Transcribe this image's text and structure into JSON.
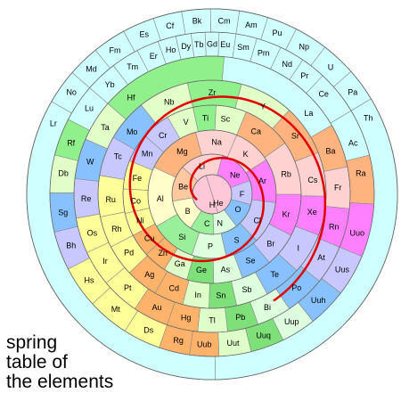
{
  "title_lines": "spring\ntable of\nthe elements",
  "element_groups": {
    "hydrogen_helium": "#ffb6c1",
    "alkali": "#c6b8f8",
    "alkaline_earth": "#ffb37e",
    "group3": "#bfe9ff",
    "group4": "#8ff08c",
    "group5": "#e2ffc8",
    "group6": "#f0e0ff",
    "group7": "#ffff9a",
    "group8": "#ffffb0",
    "group9": "#ffc0c0",
    "group10": "#ffd27a",
    "group11": "#ffb36a",
    "group12": "#dfffc8",
    "group13": "#9ae880",
    "group14": "#7ee079",
    "pnictogens": "#ddffdd",
    "chalcogens": "#87c1ff",
    "halogens": "#c7c8ff",
    "noble_gases": "#ff80ff",
    "lanthanides": "#cfffff",
    "actinides": "#d0ffff"
  },
  "highlight_color": "#e00000",
  "elements": [
    {
      "symbol": "H",
      "ring": 0,
      "angle": 270,
      "color": "#ffc8d8"
    },
    {
      "symbol": "He",
      "ring": 0,
      "angle": 305,
      "color": "#ffc8d8"
    },
    {
      "symbol": "Li",
      "ring": 1,
      "angle": 110,
      "color": "#ffd2d2"
    },
    {
      "symbol": "Be",
      "ring": 1,
      "angle": 165,
      "color": "#ffc8a0"
    },
    {
      "symbol": "B",
      "ring": 1,
      "angle": 215,
      "color": "#ffffcc"
    },
    {
      "symbol": "C",
      "ring": 1,
      "angle": 260,
      "color": "#9af09a"
    },
    {
      "symbol": "N",
      "ring": 1,
      "angle": 285,
      "color": "#ddffdd"
    },
    {
      "symbol": "O",
      "ring": 1,
      "angle": 330,
      "color": "#87c1ff"
    },
    {
      "symbol": "F",
      "ring": 1,
      "angle": 0,
      "color": "#c7c8ff"
    },
    {
      "symbol": "Ne",
      "ring": 1,
      "angle": 40,
      "color": "#ff80ff"
    },
    {
      "symbol": "Na",
      "ring": 2,
      "angle": 85,
      "color": "#ffd2d2"
    },
    {
      "symbol": "Mg",
      "ring": 2,
      "angle": 125,
      "color": "#ffb37e"
    },
    {
      "symbol": "Al",
      "ring": 2,
      "angle": 185,
      "color": "#ffffcc"
    },
    {
      "symbol": "Si",
      "ring": 2,
      "angle": 235,
      "color": "#9af09a"
    },
    {
      "symbol": "P",
      "ring": 2,
      "angle": 268,
      "color": "#ddffdd"
    },
    {
      "symbol": "S",
      "ring": 2,
      "angle": 298,
      "color": "#87c1ff"
    },
    {
      "symbol": "Cl",
      "ring": 2,
      "angle": 330,
      "color": "#c7c8ff"
    },
    {
      "symbol": "Ar",
      "ring": 2,
      "angle": 15,
      "color": "#ff80ff"
    },
    {
      "symbol": "K",
      "ring": 2,
      "angle": 50,
      "color": "#ffd2d2"
    },
    {
      "symbol": "Ca",
      "ring": 3,
      "angle": 55,
      "color": "#ffb37e"
    },
    {
      "symbol": "Sc",
      "ring": 3,
      "angle": 80,
      "color": "#e2ffc8"
    },
    {
      "symbol": "Ti",
      "ring": 3,
      "angle": 95,
      "color": "#8ff08c"
    },
    {
      "symbol": "V",
      "ring": 3,
      "angle": 110,
      "color": "#e2ffc8"
    },
    {
      "symbol": "Cr",
      "ring": 3,
      "angle": 130,
      "color": "#c7c8ff"
    },
    {
      "symbol": "Mn",
      "ring": 3,
      "angle": 148,
      "color": "#c7c8ff"
    },
    {
      "symbol": "Fe",
      "ring": 3,
      "angle": 168,
      "color": "#ffff9a"
    },
    {
      "symbol": "Co",
      "ring": 3,
      "angle": 185,
      "color": "#ffff9a"
    },
    {
      "symbol": "Ni",
      "ring": 3,
      "angle": 200,
      "color": "#ffff9a"
    },
    {
      "symbol": "Cu",
      "ring": 3,
      "angle": 215,
      "color": "#ffb36a"
    },
    {
      "symbol": "Zn",
      "ring": 3,
      "angle": 230,
      "color": "#ffb36a"
    },
    {
      "symbol": "Ga",
      "ring": 3,
      "angle": 245,
      "color": "#dfffc8"
    },
    {
      "symbol": "Ge",
      "ring": 3,
      "angle": 262,
      "color": "#7ee079"
    },
    {
      "symbol": "As",
      "ring": 3,
      "angle": 280,
      "color": "#ddffdd"
    },
    {
      "symbol": "Se",
      "ring": 3,
      "angle": 300,
      "color": "#87c1ff"
    },
    {
      "symbol": "Br",
      "ring": 3,
      "angle": 320,
      "color": "#c7c8ff"
    },
    {
      "symbol": "Kr",
      "ring": 3,
      "angle": 345,
      "color": "#ff80ff"
    },
    {
      "symbol": "Rb",
      "ring": 3,
      "angle": 15,
      "color": "#ffd2d2"
    },
    {
      "symbol": "Sr",
      "ring": 4,
      "angle": 35,
      "color": "#ffb37e"
    },
    {
      "symbol": "Y",
      "ring": 4,
      "angle": 60,
      "color": "#e2ffc8"
    },
    {
      "symbol": "Zr",
      "ring": 4,
      "angle": 90,
      "color": "#8ff08c"
    },
    {
      "symbol": "Nb",
      "ring": 4,
      "angle": 115,
      "color": "#e2ffc8"
    },
    {
      "symbol": "Mo",
      "ring": 4,
      "angle": 142,
      "color": "#87c1ff"
    },
    {
      "symbol": "Tc",
      "ring": 4,
      "angle": 158,
      "color": "#c7c8ff"
    },
    {
      "symbol": "Ru",
      "ring": 4,
      "angle": 183,
      "color": "#ffff9a"
    },
    {
      "symbol": "Rh",
      "ring": 4,
      "angle": 200,
      "color": "#ffff9a"
    },
    {
      "symbol": "Pd",
      "ring": 4,
      "angle": 215,
      "color": "#ffff9a"
    },
    {
      "symbol": "Ag",
      "ring": 4,
      "angle": 232,
      "color": "#ffb36a"
    },
    {
      "symbol": "Cd",
      "ring": 4,
      "angle": 248,
      "color": "#ffb36a"
    },
    {
      "symbol": "In",
      "ring": 4,
      "angle": 262,
      "color": "#dfffc8"
    },
    {
      "symbol": "Sn",
      "ring": 4,
      "angle": 275,
      "color": "#7ee079"
    },
    {
      "symbol": "Sb",
      "ring": 4,
      "angle": 290,
      "color": "#ddffdd"
    },
    {
      "symbol": "Te",
      "ring": 4,
      "angle": 308,
      "color": "#87c1ff"
    },
    {
      "symbol": "I",
      "ring": 4,
      "angle": 328,
      "color": "#c7c8ff"
    },
    {
      "symbol": "Xe",
      "ring": 4,
      "angle": 350,
      "color": "#ff80ff"
    },
    {
      "symbol": "Cs",
      "ring": 4,
      "angle": 8,
      "color": "#ffd2d2"
    },
    {
      "symbol": "Ba",
      "ring": 5,
      "angle": 20,
      "color": "#ffb37e"
    },
    {
      "symbol": "La",
      "ring": 5,
      "angle": 40,
      "color": "#cfffff"
    },
    {
      "symbol": "Ce",
      "ring": 6,
      "angle": 42,
      "color": "#cfffff"
    },
    {
      "symbol": "Pr",
      "ring": 6,
      "angle": 52,
      "color": "#cfffff"
    },
    {
      "symbol": "Nd",
      "ring": 6,
      "angle": 60,
      "color": "#cfffff"
    },
    {
      "symbol": "Pm",
      "ring": 6,
      "angle": 70,
      "color": "#cfffff"
    },
    {
      "symbol": "Sm",
      "ring": 6,
      "angle": 78,
      "color": "#cfffff"
    },
    {
      "symbol": "Eu",
      "ring": 6,
      "angle": 85,
      "color": "#cfffff"
    },
    {
      "symbol": "Gd",
      "ring": 6,
      "angle": 90,
      "color": "#cfffff"
    },
    {
      "symbol": "Tb",
      "ring": 6,
      "angle": 95,
      "color": "#cfffff"
    },
    {
      "symbol": "Dy",
      "ring": 6,
      "angle": 100,
      "color": "#cfffff"
    },
    {
      "symbol": "Ho",
      "ring": 6,
      "angle": 106,
      "color": "#cfffff"
    },
    {
      "symbol": "Er",
      "ring": 6,
      "angle": 113,
      "color": "#cfffff"
    },
    {
      "symbol": "Tm",
      "ring": 6,
      "angle": 122,
      "color": "#cfffff"
    },
    {
      "symbol": "Yb",
      "ring": 6,
      "angle": 133,
      "color": "#cfffff"
    },
    {
      "symbol": "Lu",
      "ring": 6,
      "angle": 145,
      "color": "#cfffff"
    },
    {
      "symbol": "Hf",
      "ring": 5,
      "angle": 130,
      "color": "#8ff08c"
    },
    {
      "symbol": "Ta",
      "ring": 5,
      "angle": 148,
      "color": "#e2ffc8"
    },
    {
      "symbol": "W",
      "ring": 5,
      "angle": 165,
      "color": "#87c1ff"
    },
    {
      "symbol": "Re",
      "ring": 5,
      "angle": 182,
      "color": "#c7c8ff"
    },
    {
      "symbol": "Os",
      "ring": 5,
      "angle": 198,
      "color": "#ffff9a"
    },
    {
      "symbol": "Ir",
      "ring": 5,
      "angle": 212,
      "color": "#ffff9a"
    },
    {
      "symbol": "Pt",
      "ring": 5,
      "angle": 228,
      "color": "#ffff9a"
    },
    {
      "symbol": "Au",
      "ring": 5,
      "angle": 244,
      "color": "#ffb36a"
    },
    {
      "symbol": "Hg",
      "ring": 5,
      "angle": 258,
      "color": "#ffb36a"
    },
    {
      "symbol": "Tl",
      "ring": 5,
      "angle": 270,
      "color": "#dfffc8"
    },
    {
      "symbol": "Pb",
      "ring": 5,
      "angle": 283,
      "color": "#7ee079"
    },
    {
      "symbol": "Bi",
      "ring": 5,
      "angle": 296,
      "color": "#ddffdd"
    },
    {
      "symbol": "Po",
      "ring": 5,
      "angle": 312,
      "color": "#87c1ff"
    },
    {
      "symbol": "At",
      "ring": 5,
      "angle": 330,
      "color": "#c7c8ff"
    },
    {
      "symbol": "Rn",
      "ring": 5,
      "angle": 345,
      "color": "#ff80ff"
    },
    {
      "symbol": "Fr",
      "ring": 5,
      "angle": 3,
      "color": "#ffd2d2"
    },
    {
      "symbol": "Ra",
      "ring": 6,
      "angle": 8,
      "color": "#ffb37e"
    },
    {
      "symbol": "Ac",
      "ring": 6,
      "angle": 20,
      "color": "#d0ffff"
    },
    {
      "symbol": "Th",
      "ring": 7,
      "angle": 26,
      "color": "#d0ffff"
    },
    {
      "symbol": "Pa",
      "ring": 7,
      "angle": 36,
      "color": "#d0ffff"
    },
    {
      "symbol": "U",
      "ring": 7,
      "angle": 47,
      "color": "#d0ffff"
    },
    {
      "symbol": "Np",
      "ring": 7,
      "angle": 58,
      "color": "#d0ffff"
    },
    {
      "symbol": "Pu",
      "ring": 7,
      "angle": 68,
      "color": "#d0ffff"
    },
    {
      "symbol": "Am",
      "ring": 7,
      "angle": 77,
      "color": "#d0ffff"
    },
    {
      "symbol": "Cm",
      "ring": 7,
      "angle": 86,
      "color": "#d0ffff"
    },
    {
      "symbol": "Bk",
      "ring": 7,
      "angle": 95,
      "color": "#d0ffff"
    },
    {
      "symbol": "Cf",
      "ring": 7,
      "angle": 104,
      "color": "#d0ffff"
    },
    {
      "symbol": "Es",
      "ring": 7,
      "angle": 113,
      "color": "#d0ffff"
    },
    {
      "symbol": "Fm",
      "ring": 7,
      "angle": 124,
      "color": "#d0ffff"
    },
    {
      "symbol": "Md",
      "ring": 7,
      "angle": 134,
      "color": "#d0ffff"
    },
    {
      "symbol": "No",
      "ring": 7,
      "angle": 144,
      "color": "#d0ffff"
    },
    {
      "symbol": "Lr",
      "ring": 7,
      "angle": 156,
      "color": "#d0ffff"
    },
    {
      "symbol": "Rf",
      "ring": 6,
      "angle": 160,
      "color": "#8ff08c"
    },
    {
      "symbol": "Db",
      "ring": 6,
      "angle": 172,
      "color": "#e2ffc8"
    },
    {
      "symbol": "Sg",
      "ring": 6,
      "angle": 187,
      "color": "#87c1ff"
    },
    {
      "symbol": "Bh",
      "ring": 6,
      "angle": 200,
      "color": "#c7c8ff"
    },
    {
      "symbol": "Hs",
      "ring": 6,
      "angle": 215,
      "color": "#ffff9a"
    },
    {
      "symbol": "Mt",
      "ring": 6,
      "angle": 230,
      "color": "#ffff9a"
    },
    {
      "symbol": "Ds",
      "ring": 6,
      "angle": 245,
      "color": "#ffff9a"
    },
    {
      "symbol": "Rg",
      "ring": 6,
      "angle": 257,
      "color": "#ffb36a"
    },
    {
      "symbol": "Uub",
      "ring": 6,
      "angle": 267,
      "color": "#ffb36a"
    },
    {
      "symbol": "Uut",
      "ring": 6,
      "angle": 278,
      "color": "#dfffc8"
    },
    {
      "symbol": "Uuq",
      "ring": 6,
      "angle": 290,
      "color": "#7ee079"
    },
    {
      "symbol": "Uup",
      "ring": 6,
      "angle": 302,
      "color": "#ddffdd"
    },
    {
      "symbol": "Uuh",
      "ring": 6,
      "angle": 315,
      "color": "#87c1ff"
    },
    {
      "symbol": "Uus",
      "ring": 6,
      "angle": 330,
      "color": "#c7c8ff"
    },
    {
      "symbol": "Uuo",
      "ring": 6,
      "angle": 345,
      "color": "#ff80ff"
    }
  ]
}
